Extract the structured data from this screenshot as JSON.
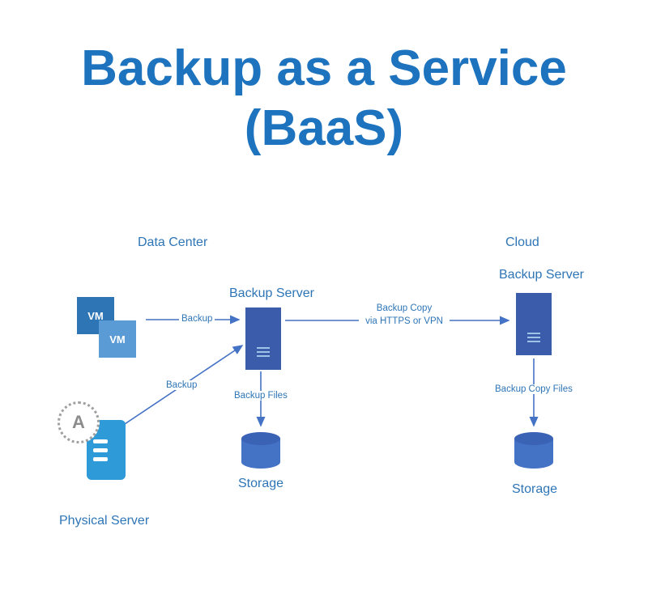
{
  "title": {
    "line1": "Backup as a Service",
    "line2": "(BaaS)"
  },
  "colors": {
    "title_blue": "#1E73BE",
    "label_blue": "#2E75B6",
    "arrow_blue": "#4472C4",
    "server_blue": "#3B5CAB",
    "vm_dark_blue": "#2E75B6",
    "vm_light_blue": "#5B9BD5",
    "physical_server_blue": "#2E9AD8",
    "storage_blue": "#4472C4",
    "badge_gray": "#8C8C8C"
  },
  "diagram": {
    "data_center": {
      "zone_label": "Data Center",
      "backup_server_label": "Backup Server",
      "vm_label": "VM",
      "physical_server_label": "Physical Server",
      "physical_server_badge": "A",
      "storage_label": "Storage"
    },
    "cloud": {
      "zone_label": "Cloud",
      "backup_server_label": "Backup Server",
      "storage_label": "Storage"
    },
    "arrows": {
      "vm_to_server": "Backup",
      "physical_to_server": "Backup",
      "server_to_storage": "Backup Files",
      "dc_to_cloud_line1": "Backup Copy",
      "dc_to_cloud_line2": "via HTTPS or VPN",
      "cloud_server_to_storage": "Backup Copy Files"
    }
  }
}
